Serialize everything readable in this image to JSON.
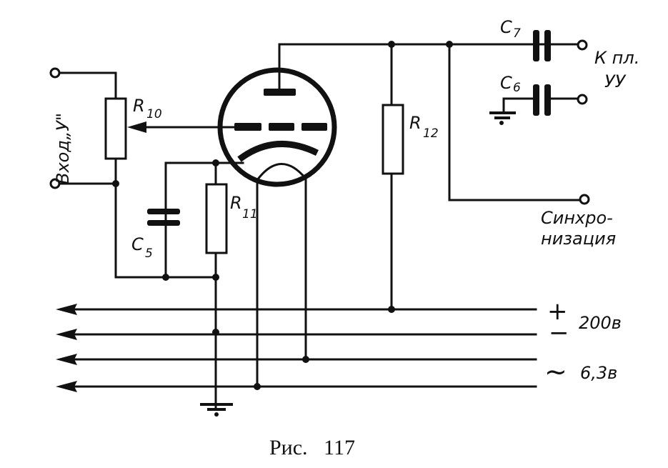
{
  "figure": {
    "caption": "Рис.   117"
  },
  "components": {
    "r10": {
      "letter": "R",
      "sub": "10"
    },
    "r11": {
      "letter": "R",
      "sub": "11"
    },
    "r12": {
      "letter": "R",
      "sub": "12"
    },
    "c5": {
      "letter": "C",
      "sub": "5"
    },
    "c6": {
      "letter": "C",
      "sub": "6"
    },
    "c7": {
      "letter": "C",
      "sub": "7"
    }
  },
  "labels": {
    "input": "Вход„У\"",
    "output_line1": "К пл.",
    "output_line2": "УУ",
    "sync_line1": "Синхро-",
    "sync_line2": "низация",
    "bus_plus": "+",
    "bus_minus": "−",
    "bus_voltage_dc": "200в",
    "bus_ac_symbol": "~",
    "bus_voltage_ac": "6,3в"
  }
}
